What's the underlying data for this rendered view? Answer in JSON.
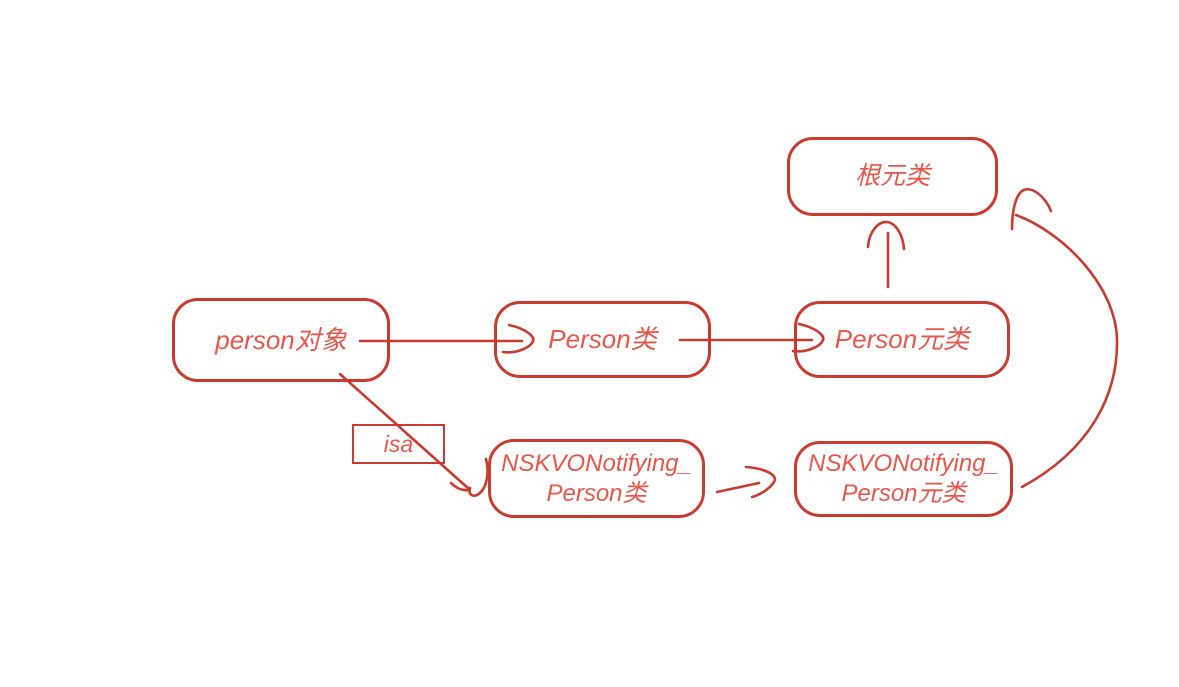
{
  "diagram": {
    "colors": {
      "background": "#ffffff",
      "stroke": "#c93b2e",
      "text": "#e9564a"
    },
    "nodes": {
      "person_object": {
        "label": "person对象"
      },
      "person_class": {
        "label": "Person类"
      },
      "person_metaclass": {
        "label": "Person元类"
      },
      "root_metaclass": {
        "label": "根元类"
      },
      "nskvo_class": {
        "label_line1": "NSKVONotifying_",
        "label_line2": "Person类"
      },
      "nskvo_metaclass": {
        "label_line1": "NSKVONotifying_",
        "label_line2": "Person元类"
      }
    },
    "edge_label": {
      "isa": "isa"
    }
  }
}
